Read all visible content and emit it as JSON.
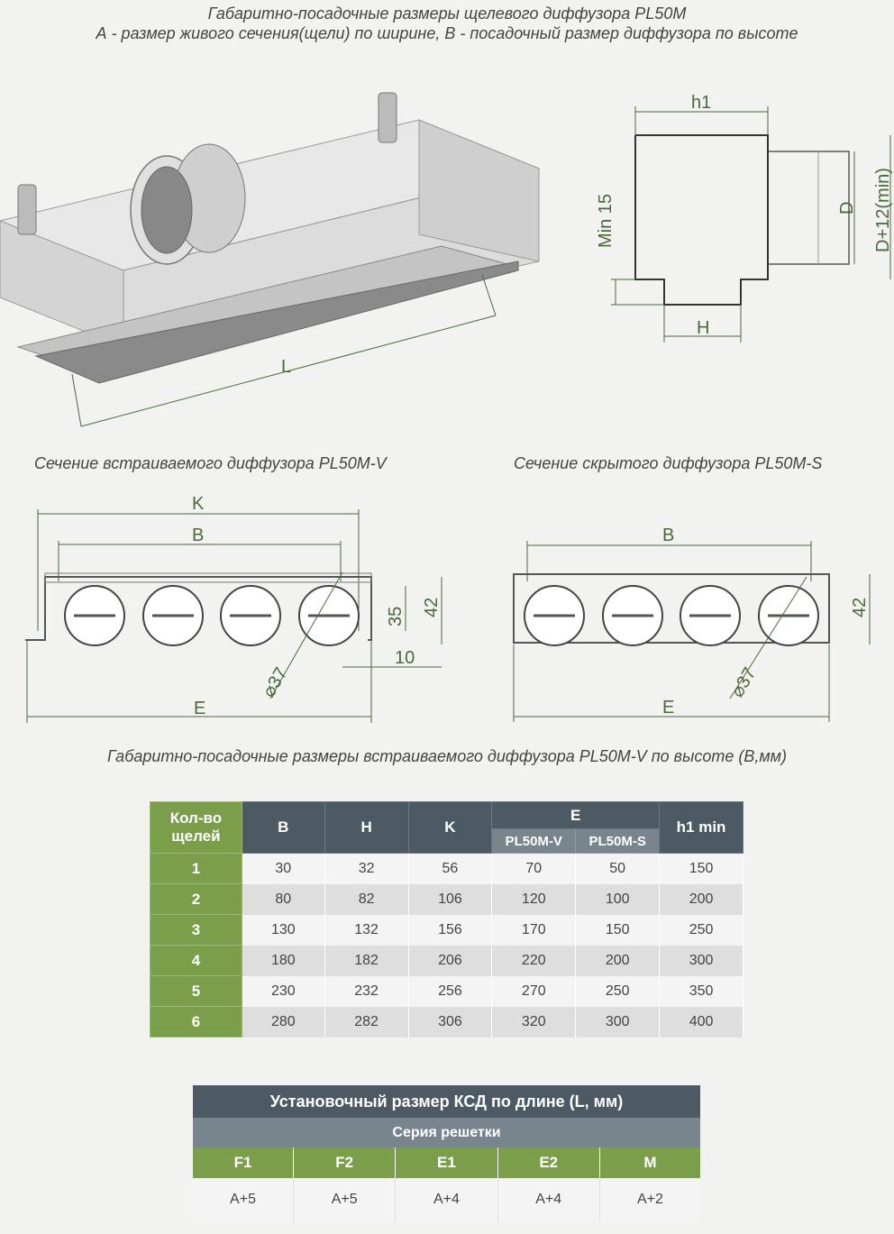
{
  "header": {
    "title_line1": "Габаритно-посадочные размеры щелевого диффузора PL50M",
    "title_line2": "А - размер живого сечения(щели) по ширине, В - посадочный размер диффузора по высоте"
  },
  "drawing_top": {
    "length_label": "L",
    "h1": "h1",
    "min15": "Min 15",
    "d": "D",
    "d12": "D+12(min)",
    "h": "H"
  },
  "section_v": {
    "caption": "Сечение встраиваемого диффузора PL50M-V",
    "k": "K",
    "b": "B",
    "e": "E",
    "dim35": "35",
    "dim42": "42",
    "dim10": "10",
    "dia": "⌀37"
  },
  "section_s": {
    "caption": "Сечение скрытого диффузора PL50M-S",
    "b": "B",
    "e": "E",
    "dim42": "42",
    "dia": "⌀37"
  },
  "table1": {
    "caption": "Габаритно-посадочные размеры встраиваемого диффузора PL50M-V по высоте (В,мм)",
    "col_count": "Кол-во щелей",
    "col_b": "B",
    "col_h": "H",
    "col_k": "K",
    "col_e": "E",
    "col_e_v": "PL50M-V",
    "col_e_s": "PL50M-S",
    "col_h1": "h1 min",
    "rows": [
      {
        "n": "1",
        "b": "30",
        "h": "32",
        "k": "56",
        "ev": "70",
        "es": "50",
        "h1": "150"
      },
      {
        "n": "2",
        "b": "80",
        "h": "82",
        "k": "106",
        "ev": "120",
        "es": "100",
        "h1": "200"
      },
      {
        "n": "3",
        "b": "130",
        "h": "132",
        "k": "156",
        "ev": "170",
        "es": "150",
        "h1": "250"
      },
      {
        "n": "4",
        "b": "180",
        "h": "182",
        "k": "206",
        "ev": "220",
        "es": "200",
        "h1": "300"
      },
      {
        "n": "5",
        "b": "230",
        "h": "232",
        "k": "256",
        "ev": "270",
        "es": "250",
        "h1": "350"
      },
      {
        "n": "6",
        "b": "280",
        "h": "282",
        "k": "306",
        "ev": "320",
        "es": "300",
        "h1": "400"
      }
    ]
  },
  "table2": {
    "title": "Установочный размер КСД по длине (L, мм)",
    "subtitle": "Серия решетки",
    "cols": [
      "F1",
      "F2",
      "E1",
      "E2",
      "M"
    ],
    "values": [
      "A+5",
      "A+5",
      "A+4",
      "A+4",
      "A+2"
    ]
  },
  "colors": {
    "header_dark": "#4d5a63",
    "header_mid": "#78858d",
    "accent_green": "#7a9e4a",
    "dim_line": "#4a6a3a"
  }
}
